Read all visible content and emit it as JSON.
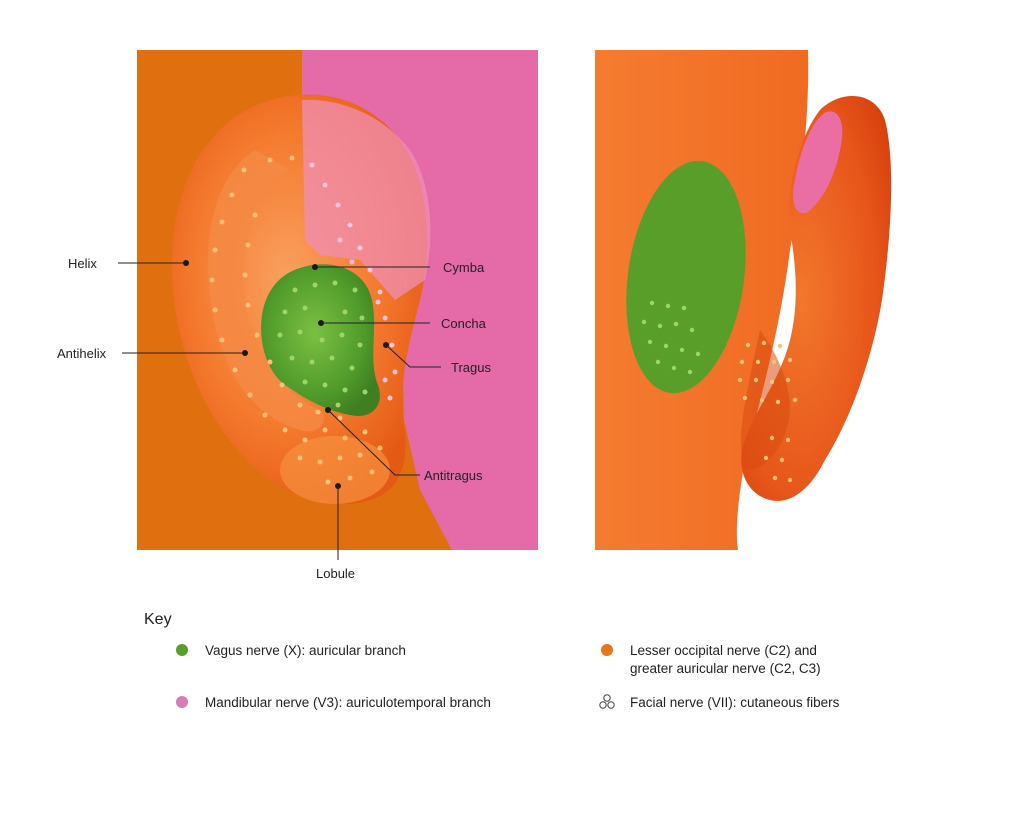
{
  "labels": {
    "helix": "Helix",
    "antihelix": "Antihelix",
    "cymba": "Cymba",
    "concha": "Concha",
    "tragus": "Tragus",
    "antitragus": "Antitragus",
    "lobule": "Lobule"
  },
  "key": {
    "title": "Key",
    "items": [
      {
        "line1": "Vagus nerve (X): auricular branch",
        "line2": "",
        "color": "#5a9e2a",
        "symbol": "dot"
      },
      {
        "line1": "Mandibular nerve (V3): auriculotemporal branch",
        "line2": "",
        "color": "#d77bb7",
        "symbol": "dot"
      },
      {
        "line1": "Lesser occipital nerve (C2) and",
        "line2": "greater auricular nerve (C2, C3)",
        "color": "#e8741c",
        "symbol": "dot"
      },
      {
        "line1": "Facial nerve (VII): cutaneous fibers",
        "line2": "",
        "color": "#f6c79a",
        "symbol": "trefoil"
      }
    ]
  },
  "colors": {
    "orange_bg": "#e0700f",
    "pink_bg": "#e46aa8",
    "ear_orange": "#f27a2e",
    "vagus_green": "#5a9e2a",
    "dot_yellow": "#f7c27a",
    "dot_pink": "#f5c6df"
  }
}
